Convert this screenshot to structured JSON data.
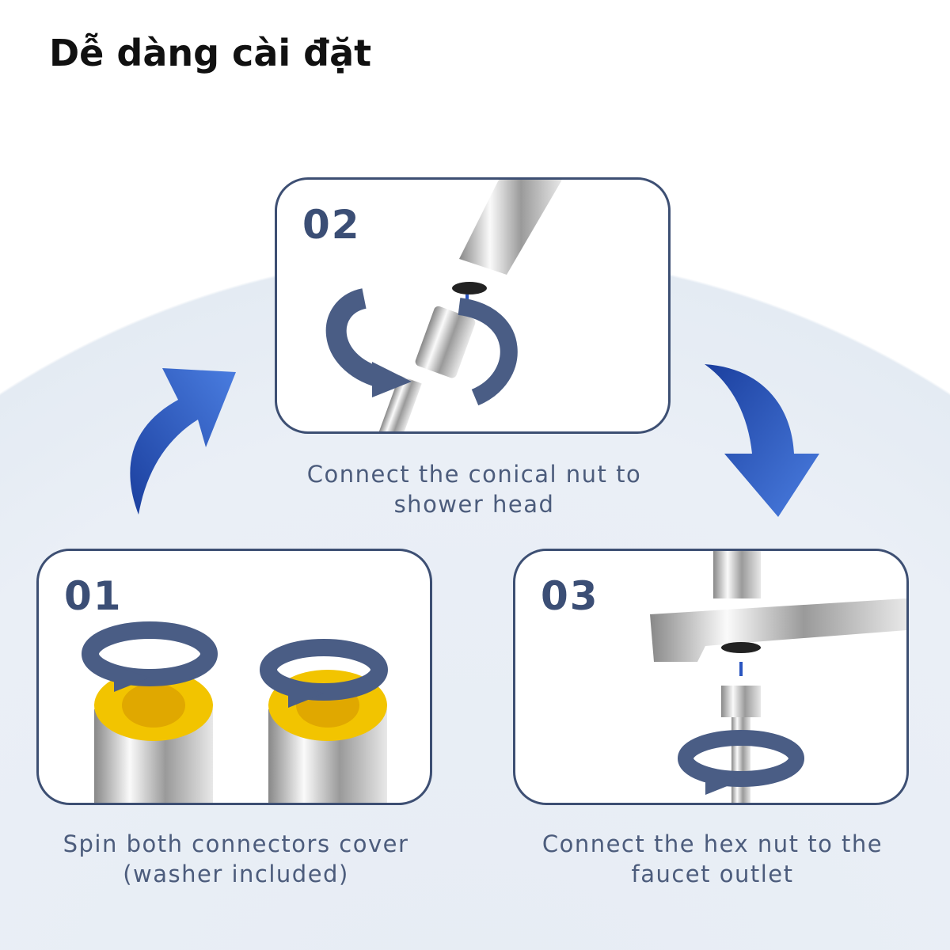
{
  "title": "Dễ dàng cài đặt",
  "steps": [
    {
      "number": "01",
      "caption_line1": "Spin both connectors cover",
      "caption_line2": "(washer included)"
    },
    {
      "number": "02",
      "caption_line1": "Connect the conical nut to",
      "caption_line2": "shower head"
    },
    {
      "number": "03",
      "caption_line1": "Connect the hex nut to the",
      "caption_line2": "faucet outlet"
    }
  ],
  "colors": {
    "border": "#3d4f73",
    "number": "#3b4e75",
    "caption": "#4c5c7c",
    "arrow": "#2a55c0"
  }
}
